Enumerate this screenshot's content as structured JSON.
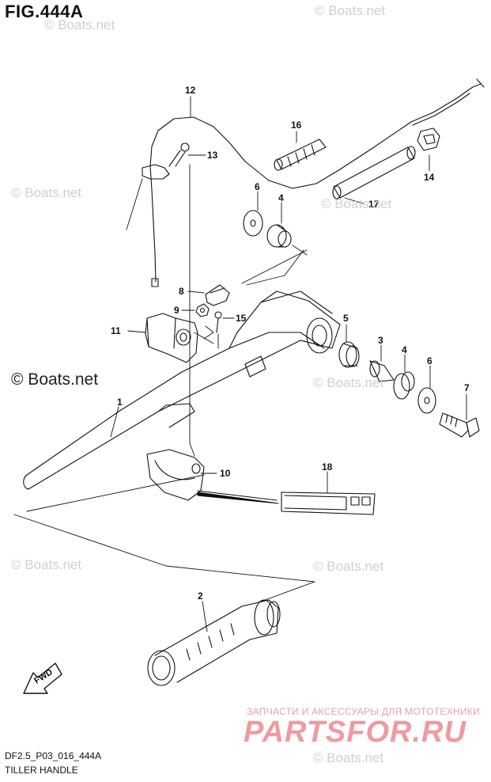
{
  "figure": {
    "title": "FIG.444A",
    "code": "DF2.5_P03_016_444A",
    "caption": "TILLER HANDLE",
    "fwd_label": "FWD"
  },
  "watermarks": {
    "small": "© Boats.net",
    "large": "© Boats.net"
  },
  "promo": {
    "tagline": "ЗАПЧАСТИ И АКСЕССУАРЫ ДЛЯ МОТОТЕХНИКИ",
    "brand": "PARTSFOR.RU"
  },
  "callouts": {
    "c1": "1",
    "c2": "2",
    "c3": "3",
    "c4a": "4",
    "c4b": "4",
    "c5": "5",
    "c6a": "6",
    "c6b": "6",
    "c7": "7",
    "c8": "8",
    "c9": "9",
    "c10": "10",
    "c11": "11",
    "c12": "12",
    "c13": "13",
    "c14": "14",
    "c15": "15",
    "c16": "16",
    "c17": "17",
    "c18": "18"
  }
}
